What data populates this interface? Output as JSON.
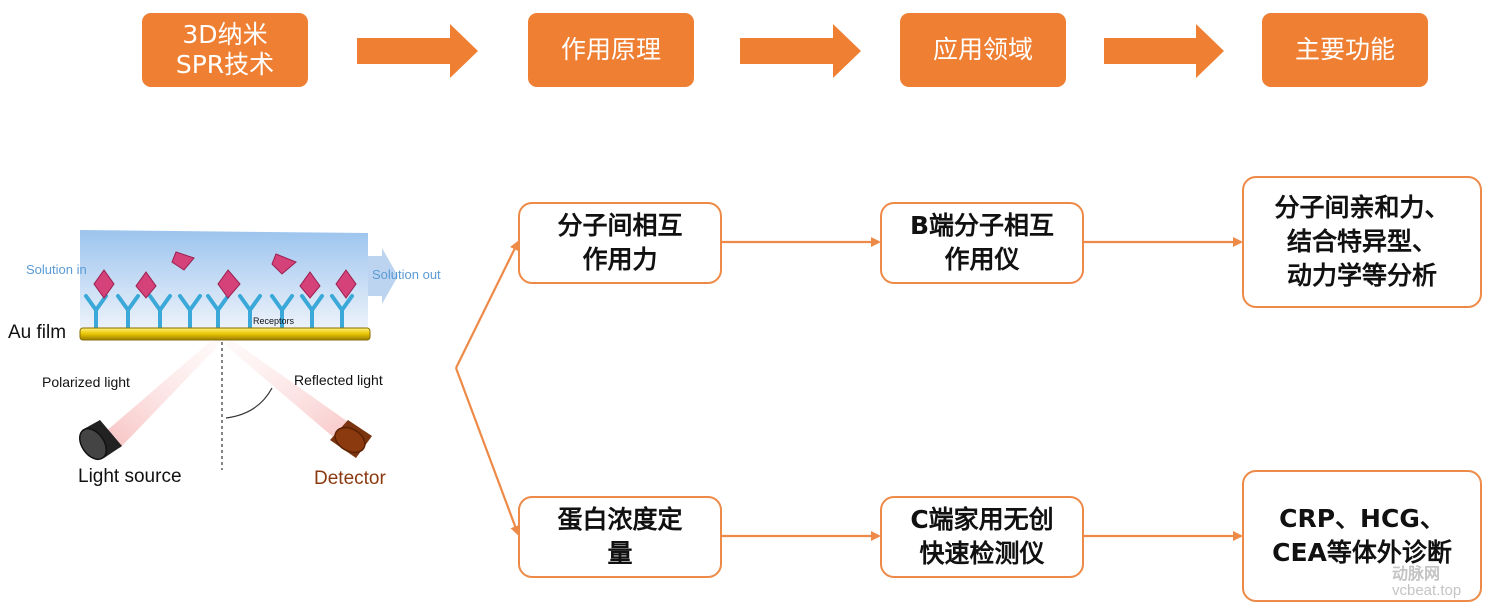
{
  "header": {
    "steps": [
      {
        "line1": "3D纳米",
        "line2": "SPR技术"
      },
      {
        "line1": "作用原理"
      },
      {
        "line1": "应用领域"
      },
      {
        "line1": "主要功能"
      }
    ]
  },
  "illustration": {
    "solution_in": "Solution in",
    "solution_out": "Solution out",
    "receptors": "Receptors",
    "au_film": "Au film",
    "polarized_light": "Polarized light",
    "reflected_light": "Reflected light",
    "light_source": "Light source",
    "detector": "Detector"
  },
  "branch_top": {
    "principle": [
      "分子间相互",
      "作用力"
    ],
    "application": [
      "B端分子相互",
      "作用仪"
    ],
    "function": [
      "分子间亲和力、",
      "结合特异型、",
      "动力学等分析"
    ]
  },
  "branch_bottom": {
    "principle": [
      "蛋白浓度定",
      "量"
    ],
    "application": [
      "C端家用无创",
      "快速检测仪"
    ],
    "function": [
      "CRP、HCG、",
      "CEA等体外诊断"
    ]
  },
  "watermark": {
    "brand": "动脉网",
    "url": "vcbeat.top"
  },
  "colors": {
    "accent": "#ee7f33",
    "line": "#ee8a48"
  }
}
